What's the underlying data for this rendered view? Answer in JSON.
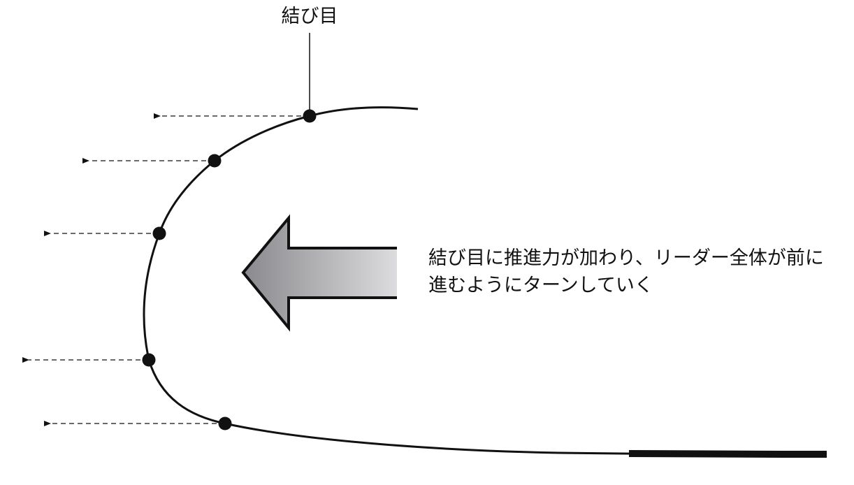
{
  "knot_label": "結び目",
  "caption": {
    "line1": "結び目に推進力が加わり、リーダー全体が前に",
    "line2": "進むようにターンしていく"
  },
  "colors": {
    "line": "#111111",
    "arrow_gradient_start": "#8a8a8e",
    "arrow_gradient_end": "#dcdcde"
  }
}
